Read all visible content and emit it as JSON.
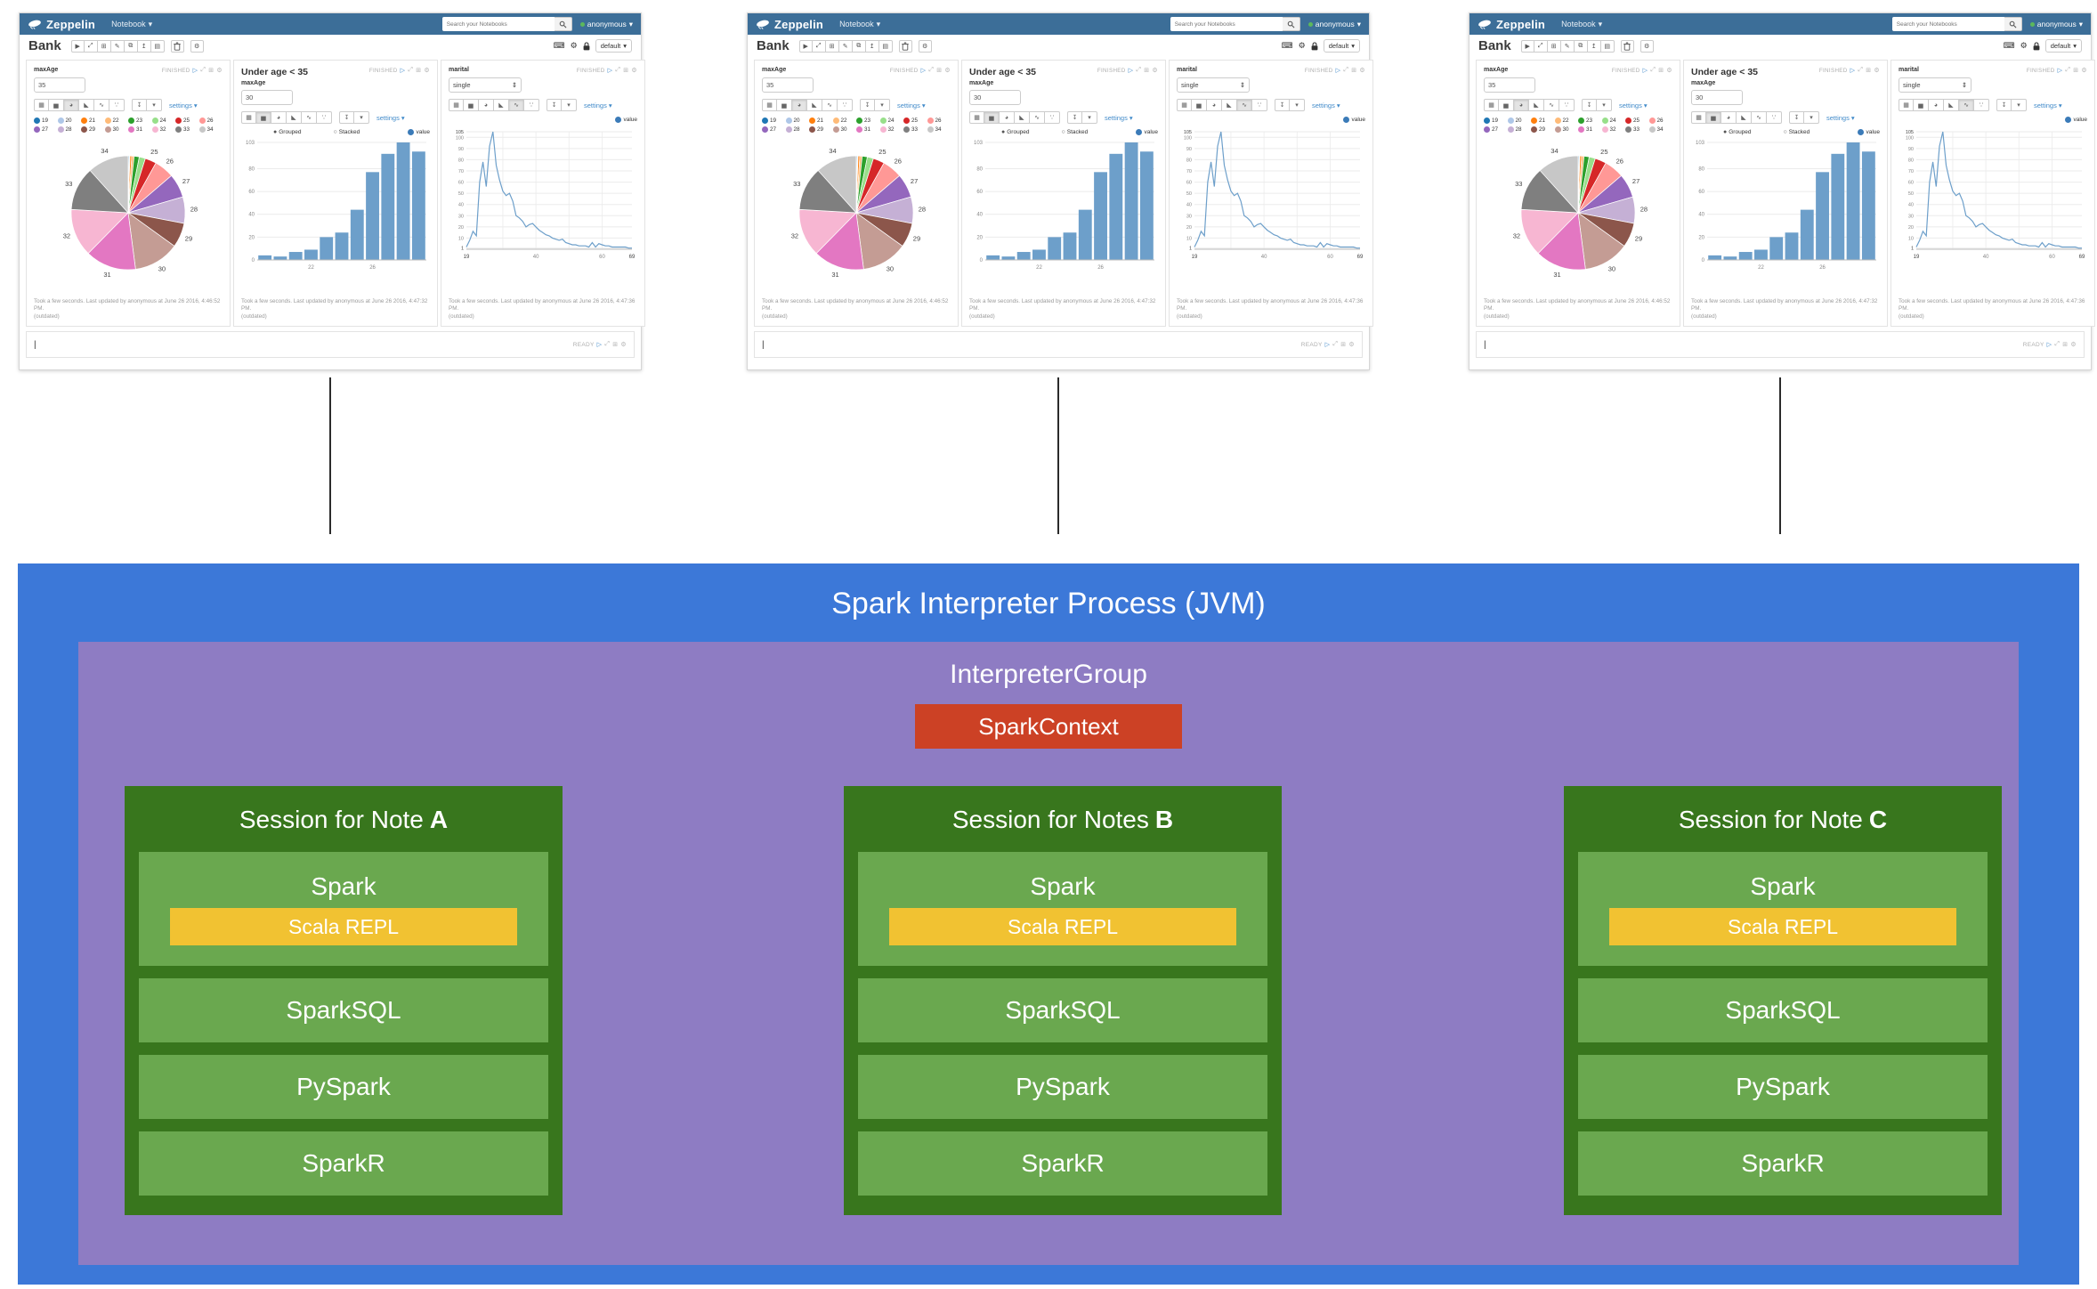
{
  "window": {
    "navbar": {
      "brand": "Zeppelin",
      "menu_label": "Notebook",
      "menu_caret": "▾",
      "search_placeholder": "Search your Notebooks",
      "user_label": "anonymous",
      "user_caret": "▾"
    },
    "note": {
      "title": "Bank",
      "toolbar_glyphs": [
        "▶",
        "⤢",
        "⊞",
        "✎",
        "⧉",
        "↥",
        "▤"
      ],
      "shortcut_icon": "⌨",
      "gear_icon": "⚙",
      "binding_label": "default",
      "binding_caret": "▾"
    },
    "status_icons": {
      "run": "▷",
      "expand": "⤢",
      "link": "⊞",
      "gear": "⚙"
    },
    "chart_toolbar": {
      "glyphs": [
        "▦",
        "▅",
        "◕",
        "◣",
        "∿",
        "∵"
      ],
      "download": "↧",
      "caret": "▾",
      "settings_label": "settings",
      "settings_caret": "▾"
    },
    "p1": {
      "form_label": "maxAge",
      "form_value": "35",
      "status": "FINISHED",
      "footer_line1": "Took a few seconds. Last updated by anonymous at June 26 2016, 4:46:52 PM.",
      "footer_line2": "(outdated)"
    },
    "p2": {
      "title": "Under age < 35",
      "form_label": "maxAge",
      "form_value": "30",
      "status": "FINISHED",
      "grouped_label": "Grouped",
      "stacked_label": "Stacked",
      "grouped_radio": "●",
      "stacked_radio": "○",
      "value_label": "value",
      "footer_line1": "Took a few seconds. Last updated by anonymous at June 26 2016, 4:47:32 PM.",
      "footer_line2": "(outdated)"
    },
    "p3": {
      "form_label": "marital",
      "form_value": "single",
      "select_arrows": "⇕",
      "status": "FINISHED",
      "value_label": "value",
      "footer_line1": "Took a few seconds. Last updated by anonymous at June 26 2016, 4:47:36 PM.",
      "footer_line2": "(outdated)"
    },
    "ready": {
      "status": "READY",
      "cursor": "|"
    }
  },
  "diagram": {
    "jvm_title": "Spark Interpreter Process (JVM)",
    "group_title": "InterpreterGroup",
    "context_label": "SparkContext",
    "colors": {
      "jvm_blue": "#3c78d8",
      "group_purple": "#8e7cc3",
      "context_red": "#cc4125",
      "session_dark_green": "#38761d",
      "interpreter_green": "#6aa84f",
      "repl_yellow": "#f1c232"
    },
    "sessions": [
      {
        "title_prefix": "Session for Note",
        "note": "A",
        "interpreters": [
          "Spark",
          "SparkSQL",
          "PySpark",
          "SparkR"
        ],
        "repl_label": "Scala REPL"
      },
      {
        "title_prefix": "Session for Notes",
        "note": "B",
        "interpreters": [
          "Spark",
          "SparkSQL",
          "PySpark",
          "SparkR"
        ],
        "repl_label": "Scala REPL"
      },
      {
        "title_prefix": "Session for Note",
        "note": "C",
        "interpreters": [
          "Spark",
          "SparkSQL",
          "PySpark",
          "SparkR"
        ],
        "repl_label": "Scala REPL"
      }
    ]
  },
  "chart_data": [
    {
      "type": "pie",
      "paragraph": "maxAge",
      "categories": [
        "19",
        "20",
        "21",
        "22",
        "23",
        "24",
        "25",
        "26",
        "27",
        "28",
        "29",
        "30",
        "31",
        "32",
        "33",
        "34"
      ],
      "values": [
        4,
        3,
        7,
        9,
        20,
        24,
        44,
        77,
        93,
        103,
        95,
        178,
        198,
        186,
        170,
        160
      ],
      "colors": [
        "#1f77b4",
        "#aec7e8",
        "#ff7f0e",
        "#ffbb78",
        "#2ca02c",
        "#98df8a",
        "#d62728",
        "#ff9896",
        "#9467bd",
        "#c5b0d5",
        "#8c564b",
        "#c49c94",
        "#e377c2",
        "#f7b6d2",
        "#7f7f7f",
        "#c7c7c7"
      ],
      "label_min_value": 40,
      "legend_position": "top"
    },
    {
      "type": "bar",
      "paragraph": "Under age < 35",
      "series_name": "value",
      "categories": [
        "19",
        "20",
        "21",
        "22",
        "23",
        "24",
        "25",
        "26",
        "27",
        "28",
        "29"
      ],
      "values": [
        4,
        3,
        7,
        9,
        20,
        24,
        44,
        77,
        93,
        103,
        95
      ],
      "ylim": [
        0,
        103
      ],
      "yticks": [
        0,
        20,
        40,
        60,
        80,
        103
      ],
      "xtick_labels": {
        "3": "22",
        "7": "26"
      },
      "bar_color": "#6d9fca",
      "grid": true
    },
    {
      "type": "line",
      "paragraph": "marital",
      "series_name": "value",
      "x_start": 19,
      "x_end": 69,
      "values": [
        2,
        8,
        16,
        12,
        60,
        78,
        56,
        92,
        105,
        75,
        62,
        52,
        48,
        50,
        43,
        30,
        28,
        25,
        20,
        22,
        23,
        20,
        17,
        15,
        13,
        12,
        10,
        9,
        8,
        9,
        6,
        5,
        4,
        4,
        3,
        3,
        3,
        2,
        6,
        2,
        5,
        4,
        3,
        3,
        2,
        2,
        2,
        2,
        2,
        1,
        1
      ],
      "ylim": [
        1,
        105
      ],
      "yticks": [
        1,
        10,
        20,
        30,
        40,
        50,
        60,
        70,
        80,
        90,
        100,
        105
      ],
      "xticks": [
        19,
        40,
        60,
        69
      ],
      "x_gridlines": [
        30,
        40,
        50,
        60
      ],
      "line_color": "#6d9fca",
      "grid": true
    }
  ]
}
